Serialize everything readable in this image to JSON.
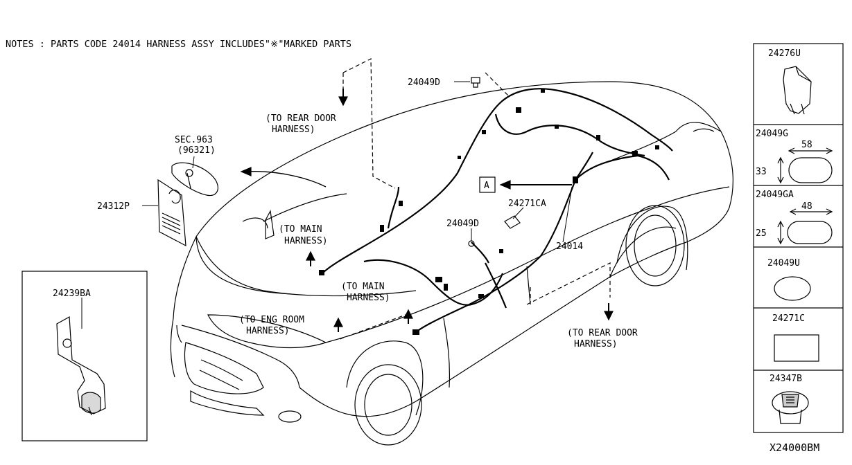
{
  "notes": "NOTES : PARTS CODE 24014 HARNESS ASSY INCLUDES\"※\"MARKED PARTS",
  "diagram_code": "X24000BM",
  "callouts": {
    "rear_door_top_1": "(TO REAR DOOR",
    "rear_door_top_2": "HARNESS)",
    "rear_door_bottom_1": "(TO REAR DOOR",
    "rear_door_bottom_2": "HARNESS)",
    "main_left_1": "(TO MAIN",
    "main_left_2": "HARNESS)",
    "main_center_1": "(TO MAIN",
    "main_center_2": "HARNESS)",
    "eng_room_1": "(TO ENG ROOM",
    "eng_room_2": "HARNESS)",
    "sec_1": "SEC.963",
    "sec_2": "(96321)"
  },
  "part_labels": {
    "p24049D_top": "24049D",
    "p24049D_mid": "24049D",
    "p24271CA": "24271CA",
    "p24014": "24014",
    "p24312P": "24312P",
    "p24239BA": "24239BA",
    "view_a": "A"
  },
  "side_panel": [
    {
      "code": "24276U"
    },
    {
      "code": "24049G",
      "width": "58",
      "height": "33"
    },
    {
      "code": "24049GA",
      "width": "48",
      "height": "25"
    },
    {
      "code": "24049U"
    },
    {
      "code": "24271C"
    },
    {
      "code": "24347B"
    }
  ]
}
